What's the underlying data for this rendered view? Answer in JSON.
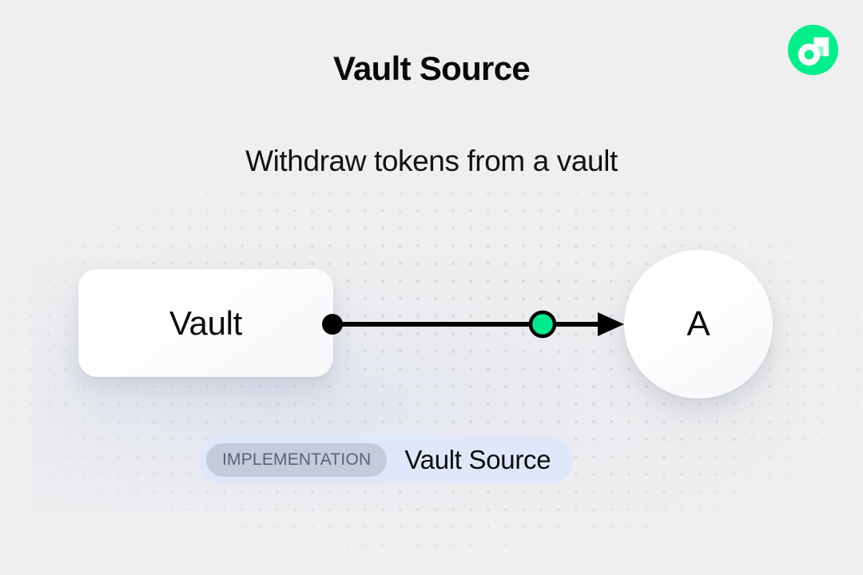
{
  "header": {
    "title": "Vault Source",
    "subtitle": "Withdraw tokens from a vault"
  },
  "brand": {
    "logo_icon": "flow-logo-icon",
    "logo_bg_color": "#00EF8B",
    "logo_mark_color": "#FFFFFF"
  },
  "diagram": {
    "type": "flow-graph",
    "nodes": [
      {
        "id": "vault",
        "label": "Vault",
        "shape": "rounded-rect"
      },
      {
        "id": "a",
        "label": "A",
        "shape": "circle"
      }
    ],
    "edges": [
      {
        "from": "vault",
        "to": "a",
        "source_handle_color": "#000000",
        "marker_color": "#00E98C",
        "marker_border_color": "#000000",
        "line_color": "#000000",
        "arrowhead": "solid-triangle"
      }
    ],
    "background": {
      "canvas_color": "#EFEFEF",
      "dot_color": "#D8D8D8",
      "dot_spacing": 22
    }
  },
  "footer_badge": {
    "tag_label": "IMPLEMENTATION",
    "name": "Vault Source",
    "container_color": "#DFE8FB",
    "tag_color": "#C4CCDC",
    "tag_text_color": "#596273"
  }
}
